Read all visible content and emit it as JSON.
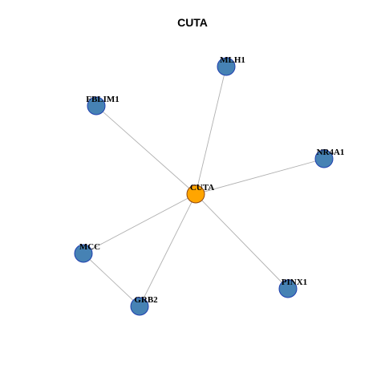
{
  "title": "CUTA",
  "network": {
    "center": "CUTA",
    "nodes": [
      {
        "id": "CUTA",
        "label": "CUTA",
        "color": "#FFA500",
        "border": "#8B4513"
      },
      {
        "id": "MLH1",
        "label": "MLH1",
        "color": "#4682B4",
        "border": "#1F3FAF"
      },
      {
        "id": "FBLIM1",
        "label": "FBLIM1",
        "color": "#4682B4",
        "border": "#1F3FAF"
      },
      {
        "id": "NR4A1",
        "label": "NR4A1",
        "color": "#4682B4",
        "border": "#1F3FAF"
      },
      {
        "id": "MCC",
        "label": "MCC",
        "color": "#4682B4",
        "border": "#1F3FAF"
      },
      {
        "id": "PINX1",
        "label": "PINX1",
        "color": "#4682B4",
        "border": "#1F3FAF"
      },
      {
        "id": "GRB2",
        "label": "GRB2",
        "color": "#4682B4",
        "border": "#1F3FAF"
      }
    ],
    "edges": [
      {
        "source": "CUTA",
        "target": "MLH1"
      },
      {
        "source": "CUTA",
        "target": "FBLIM1"
      },
      {
        "source": "CUTA",
        "target": "NR4A1"
      },
      {
        "source": "CUTA",
        "target": "MCC"
      },
      {
        "source": "CUTA",
        "target": "PINX1"
      },
      {
        "source": "CUTA",
        "target": "GRB2"
      },
      {
        "source": "MCC",
        "target": "GRB2"
      }
    ],
    "edge_color": "#B0B0B0"
  }
}
